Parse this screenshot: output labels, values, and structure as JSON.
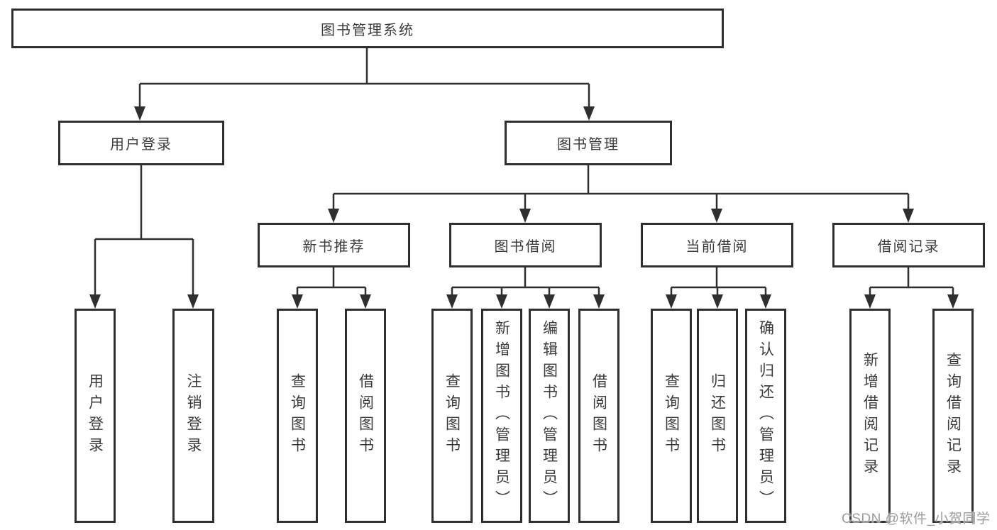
{
  "diagram_title": "图书管理系统",
  "tree": {
    "root": {
      "label": "图书管理系统"
    },
    "branches": [
      {
        "label": "用户登录",
        "children": [
          {
            "label": "用户登录"
          },
          {
            "label": "注销登录"
          }
        ]
      },
      {
        "label": "图书管理",
        "groups": [
          {
            "label": "新书推荐",
            "children": [
              {
                "label": "查询图书"
              },
              {
                "label": "借阅图书"
              }
            ]
          },
          {
            "label": "图书借阅",
            "children": [
              {
                "label": "查询图书"
              },
              {
                "label": "新增图书（管理员）"
              },
              {
                "label": "编辑图书（管理员）"
              },
              {
                "label": "借阅图书"
              }
            ]
          },
          {
            "label": "当前借阅",
            "children": [
              {
                "label": "查询图书"
              },
              {
                "label": "归还图书"
              },
              {
                "label": "确认归还（管理员）"
              }
            ]
          },
          {
            "label": "借阅记录",
            "children": [
              {
                "label": "新增借阅记录"
              },
              {
                "label": "查询借阅记录"
              }
            ]
          }
        ]
      }
    ]
  },
  "watermark": "CSDN @软件_小贺同学",
  "colors": {
    "line": "#2f2f2f",
    "text": "#3b3b3b",
    "background": "#ffffff",
    "watermark": "#9c9c9c"
  }
}
